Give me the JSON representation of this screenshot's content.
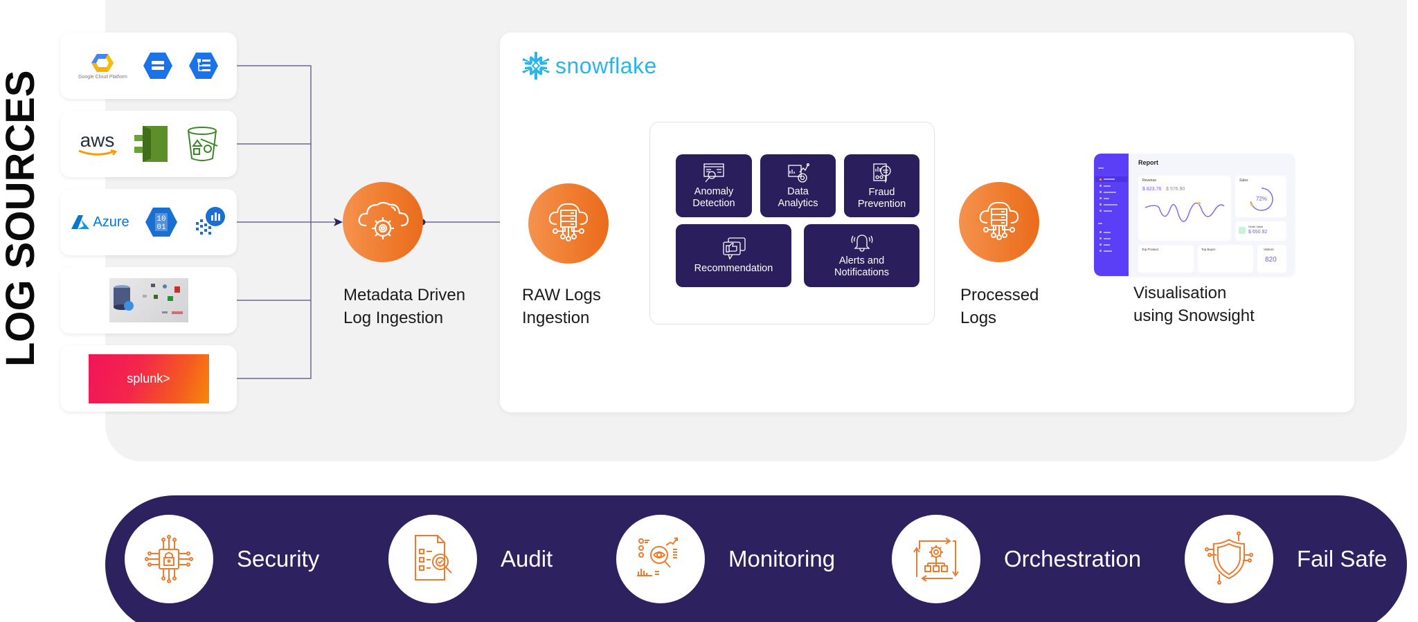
{
  "title": "LOG SOURCES",
  "sources": [
    {
      "name": "Google Cloud",
      "icons": [
        "google-cloud-platform-logo",
        "gcp-storage-icon",
        "gcp-logging-icon"
      ],
      "label": "Google Cloud Platform"
    },
    {
      "name": "AWS",
      "icons": [
        "aws-logo",
        "aws-cloudwatch-icon",
        "aws-s3-bucket-icon"
      ],
      "label": "aws"
    },
    {
      "name": "Azure",
      "icons": [
        "azure-logo",
        "azure-blob-icon",
        "azure-monitor-icon"
      ],
      "label": "Azure"
    },
    {
      "name": "Databases",
      "icons": [
        "database-collage-image"
      ]
    },
    {
      "name": "Splunk",
      "icons": [
        "splunk-logo"
      ],
      "label": "splunk>"
    }
  ],
  "snowflake": {
    "brand": "snowflake",
    "brand_color": "#29b5e8"
  },
  "steps": [
    {
      "id": "metadata-ingestion",
      "label_line1": "Metadata Driven",
      "label_line2": "Log Ingestion",
      "icon": "cloud-gear-icon"
    },
    {
      "id": "raw-logs",
      "label_line1": "RAW Logs",
      "label_line2": "Ingestion",
      "icon": "cloud-server-icon"
    },
    {
      "id": "processed-logs",
      "label_line1": "Processed",
      "label_line2": "Logs",
      "icon": "cloud-server-icon"
    },
    {
      "id": "visualisation",
      "label_line1": "Visualisation",
      "label_line2": "using Snowsight"
    }
  ],
  "analytics": [
    {
      "line1": "Anomaly",
      "line2": "Detection",
      "icon": "anomaly-search-icon"
    },
    {
      "line1": "Data",
      "line2": "Analytics",
      "icon": "data-analytics-icon"
    },
    {
      "line1": "Fraud",
      "line2": "Prevention",
      "icon": "fraud-prevention-icon"
    },
    {
      "line1": "Recommendation",
      "line2": "",
      "icon": "thumbs-up-chat-icon"
    },
    {
      "line1": "Alerts and",
      "line2": "Notifications",
      "icon": "alarm-bell-icon"
    }
  ],
  "dashboard": {
    "title": "Report",
    "revenue_label": "Revenue",
    "value_1": "$ 823.76",
    "value_2": "$ 576.90",
    "sales_label": "Sales",
    "sales_pct": "72%",
    "order_label": "Order Value",
    "order_value": "$ 650.92",
    "top_product": "Top Product",
    "top_buyer": "Top Buyer",
    "visitors_label": "Visitors",
    "visitors_value": "820"
  },
  "features": [
    {
      "label": "Security",
      "icon": "chip-lock-icon"
    },
    {
      "label": "Audit",
      "icon": "document-audit-icon"
    },
    {
      "label": "Monitoring",
      "icon": "monitoring-eye-icon"
    },
    {
      "label": "Orchestration",
      "icon": "orchestration-gear-icon"
    },
    {
      "label": "Fail Safe",
      "icon": "shield-circuit-icon"
    }
  ],
  "colors": {
    "orange": "#ef7a2c",
    "navy": "#2d2160",
    "tile": "#2a1e5c",
    "line": "#6a6890",
    "arrow": "#2a2466"
  }
}
